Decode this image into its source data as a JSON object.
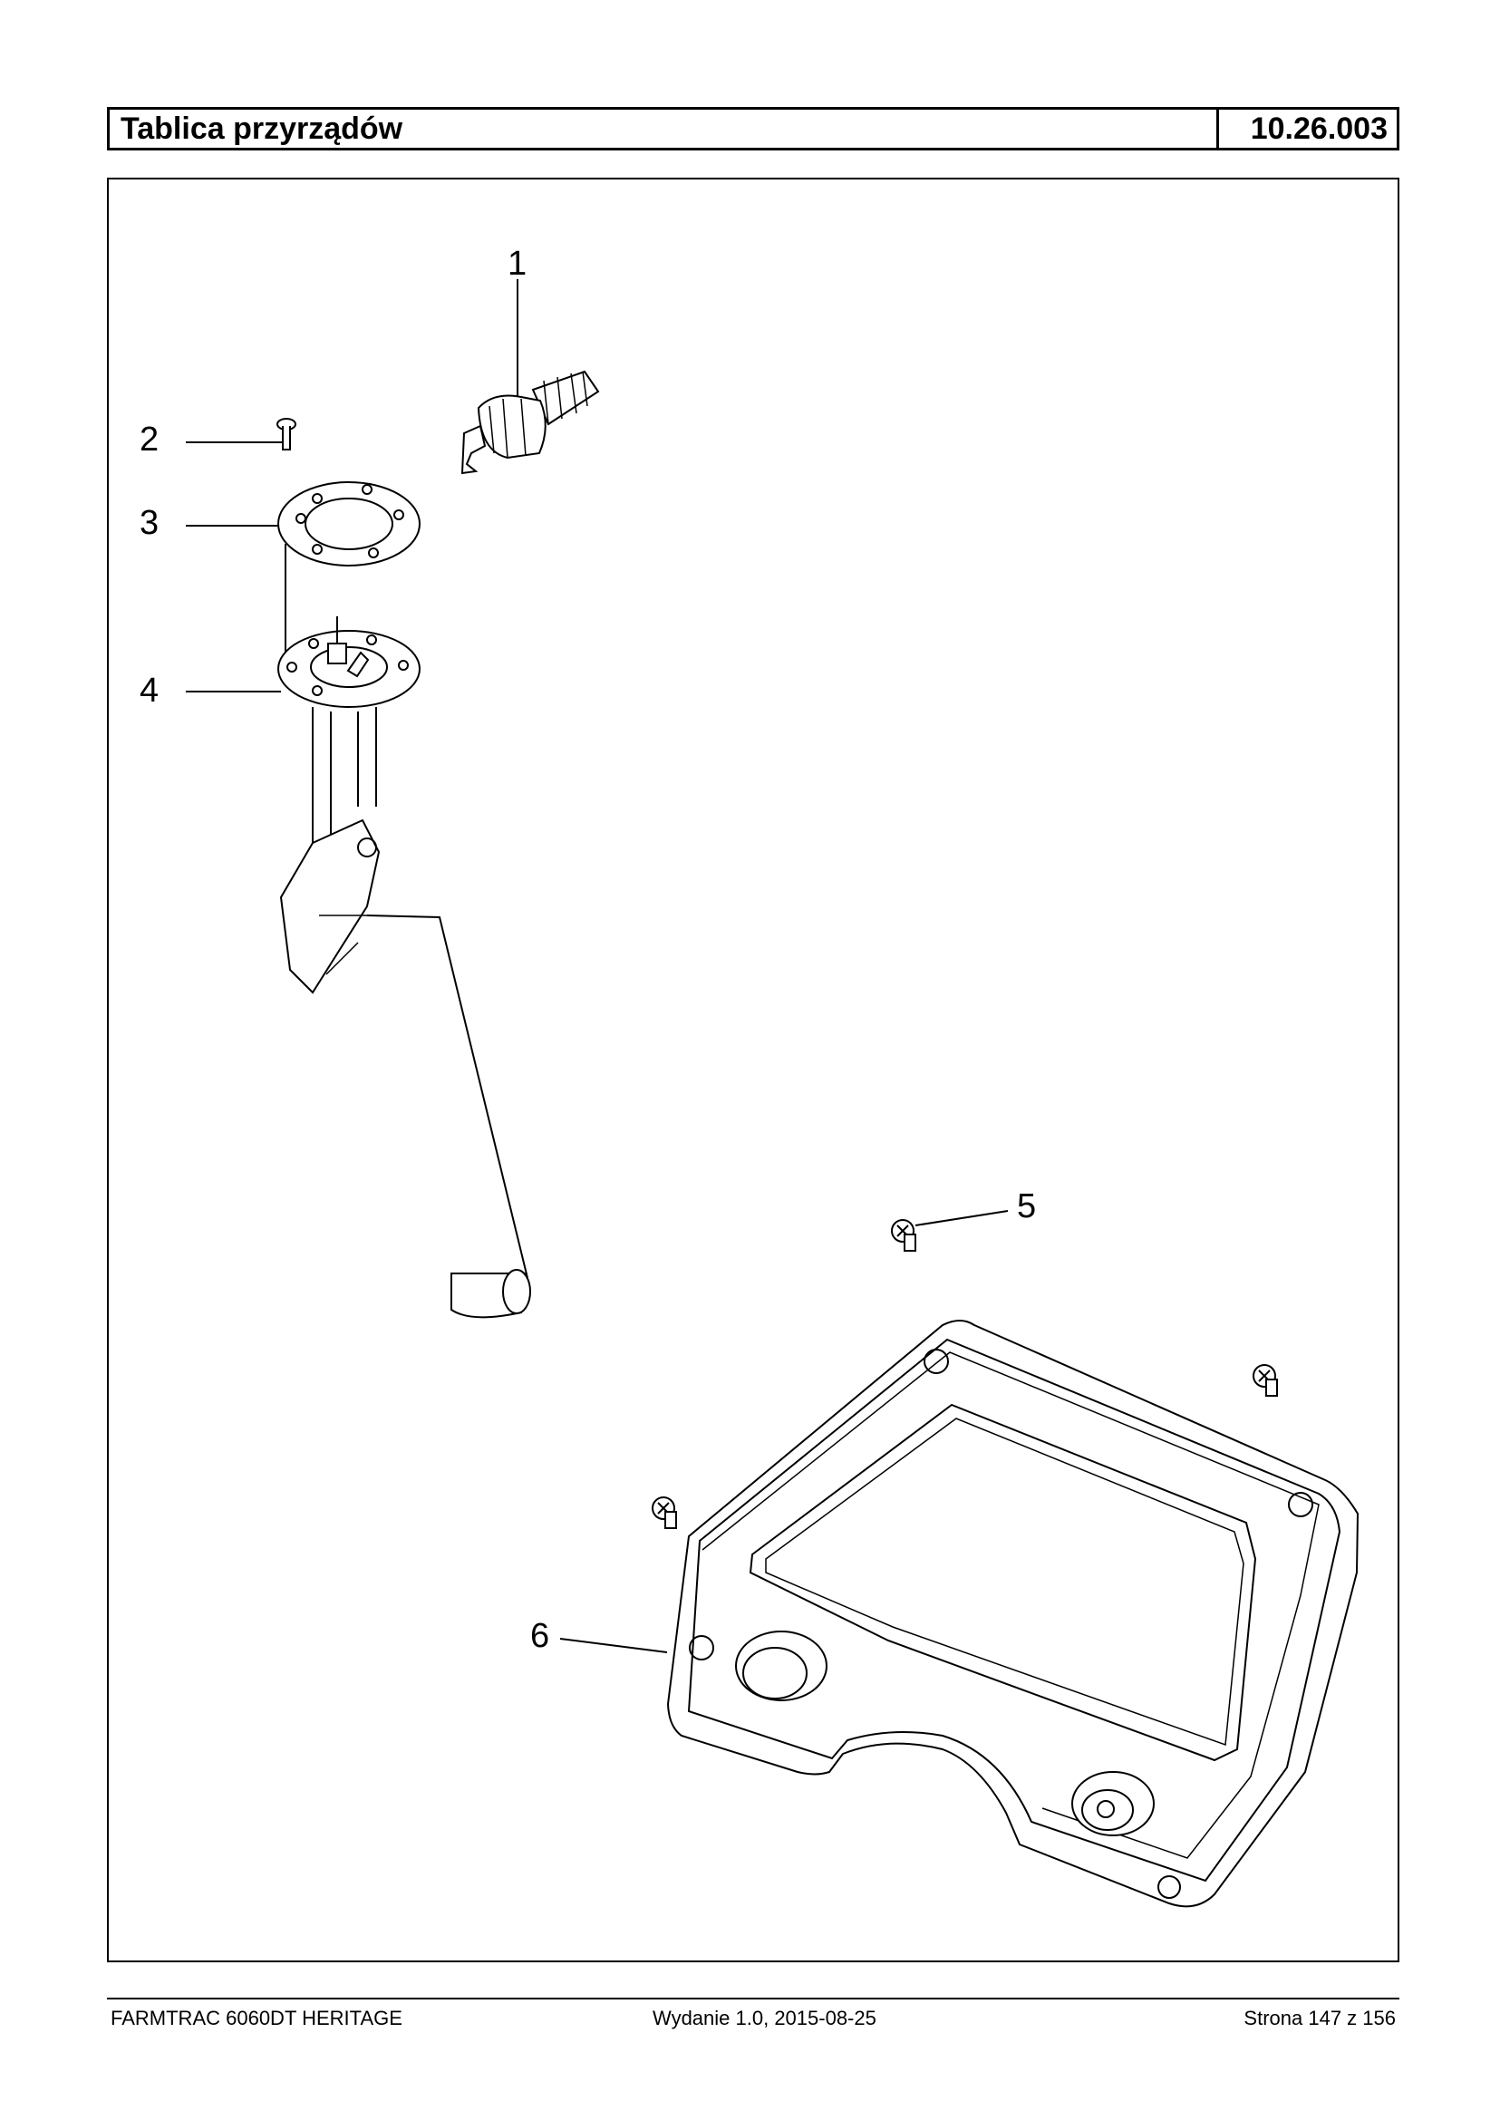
{
  "header": {
    "title": "Tablica przyrządów",
    "code": "10.26.003"
  },
  "callouts": [
    "1",
    "2",
    "3",
    "4",
    "5",
    "6"
  ],
  "footer": {
    "model": "FARMTRAC 6060DT HERITAGE",
    "edition": "Wydanie 1.0,  2015-08-25",
    "page": "Strona 147 z 156"
  }
}
